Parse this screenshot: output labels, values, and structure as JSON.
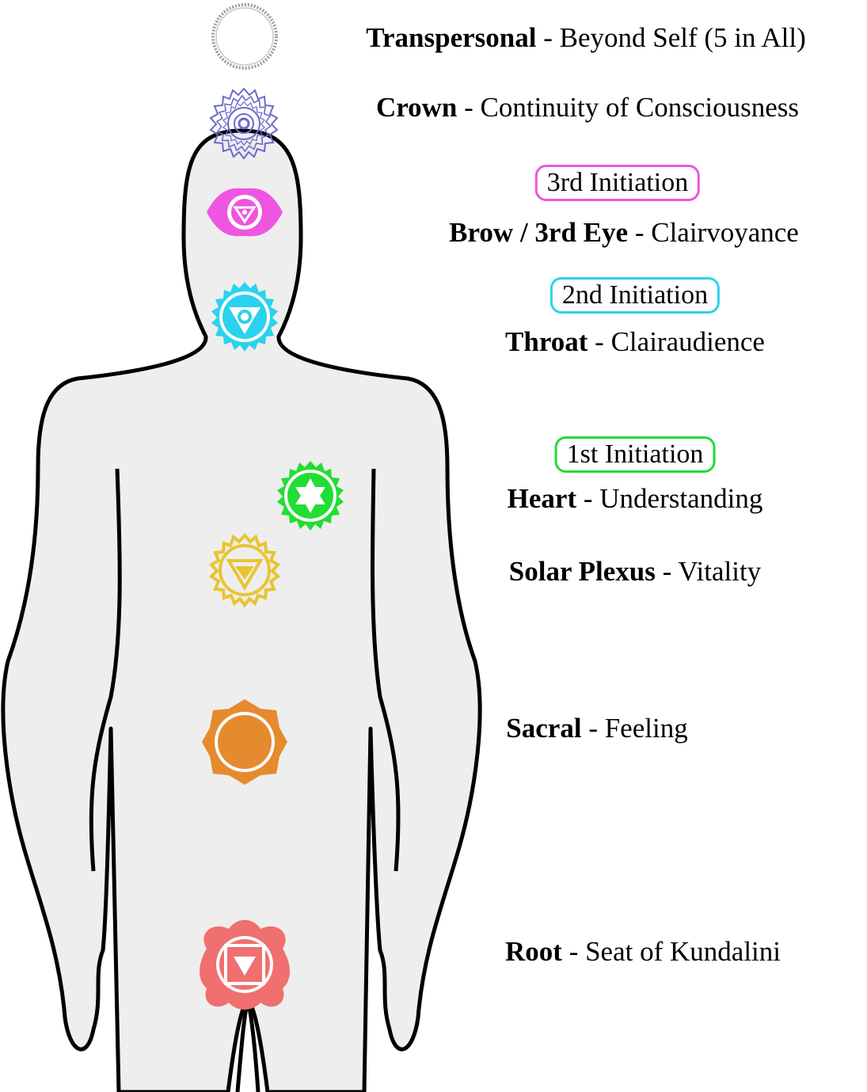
{
  "chakras": [
    {
      "id": "transpersonal",
      "name": "Transpersonal",
      "separator": " - ",
      "meaning": "Beyond Self (5 in All)",
      "color": "#b0b0b0",
      "icon": "transpersonal-ring-icon"
    },
    {
      "id": "crown",
      "name": "Crown",
      "separator": " - ",
      "meaning": "Continuity of Consciousness",
      "color": "#6a6acb",
      "icon": "crown-lotus-icon"
    },
    {
      "id": "brow",
      "name": "Brow / 3rd Eye",
      "separator": " - ",
      "meaning": "Clairvoyance",
      "color": "#ee55e0",
      "icon": "brow-eye-icon"
    },
    {
      "id": "throat",
      "name": "Throat",
      "separator": " - ",
      "meaning": "Clairaudience",
      "color": "#2ad2ee",
      "icon": "throat-lotus-icon"
    },
    {
      "id": "heart",
      "name": "Heart",
      "separator": " - ",
      "meaning": "Understanding",
      "color": "#22dd33",
      "icon": "heart-star-icon"
    },
    {
      "id": "solar",
      "name": "Solar Plexus",
      "separator": " - ",
      "meaning": "Vitality",
      "color": "#e8c530",
      "icon": "solar-plexus-icon"
    },
    {
      "id": "sacral",
      "name": "Sacral",
      "separator": " - ",
      "meaning": "Feeling",
      "color": "#e68a2e",
      "icon": "sacral-moon-icon"
    },
    {
      "id": "root",
      "name": "Root",
      "separator": " - ",
      "meaning": "Seat of Kundalini",
      "color": "#f06f6f",
      "icon": "root-square-icon"
    }
  ],
  "initiations": {
    "third": {
      "label": "3rd Initiation",
      "color": "#ee55e0"
    },
    "second": {
      "label": "2nd Initiation",
      "color": "#2ad2ee"
    },
    "first": {
      "label": "1st Initiation",
      "color": "#22dd33"
    }
  },
  "body": {
    "fill": "#eeeeee",
    "stroke": "#000000"
  }
}
